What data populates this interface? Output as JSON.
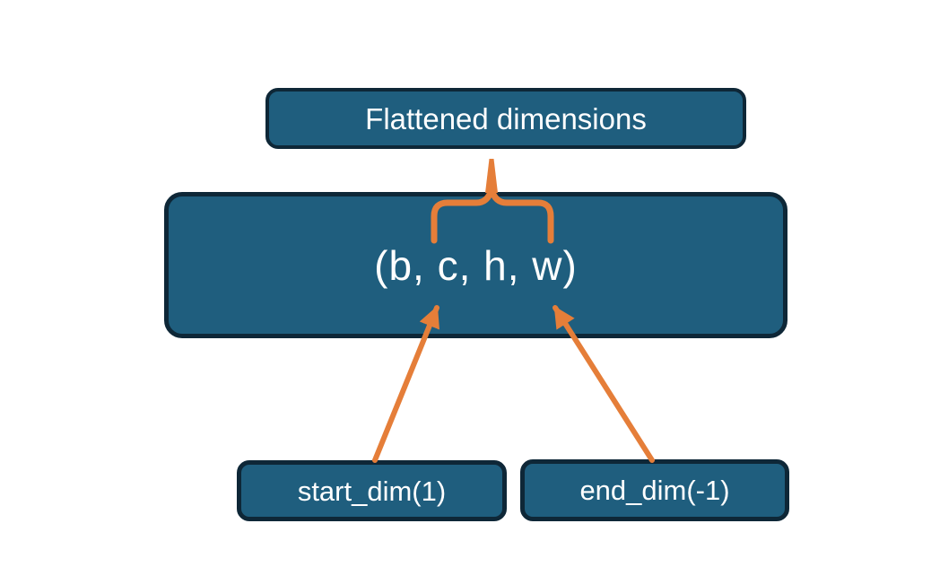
{
  "diagram": {
    "top_label": {
      "text": "Flattened dimensions"
    },
    "tensor_box": {
      "text": "(b, c, h, w)"
    },
    "start_dim_box": {
      "text": "start_dim(1)"
    },
    "end_dim_box": {
      "text": "end_dim(-1)"
    }
  },
  "connectors": {
    "brace": "curly brace grouping c through w, linked to Flattened dimensions label",
    "left_arrow": "from start_dim(1) box up to dimension c",
    "right_arrow": "from end_dim(-1) box up to dimension w"
  },
  "colors": {
    "node_fill": "#1F5E7E",
    "node_border": "#0E2737",
    "connector_orange": "#E57E39",
    "text": "#FFFFFF",
    "background": "#FFFFFF"
  }
}
